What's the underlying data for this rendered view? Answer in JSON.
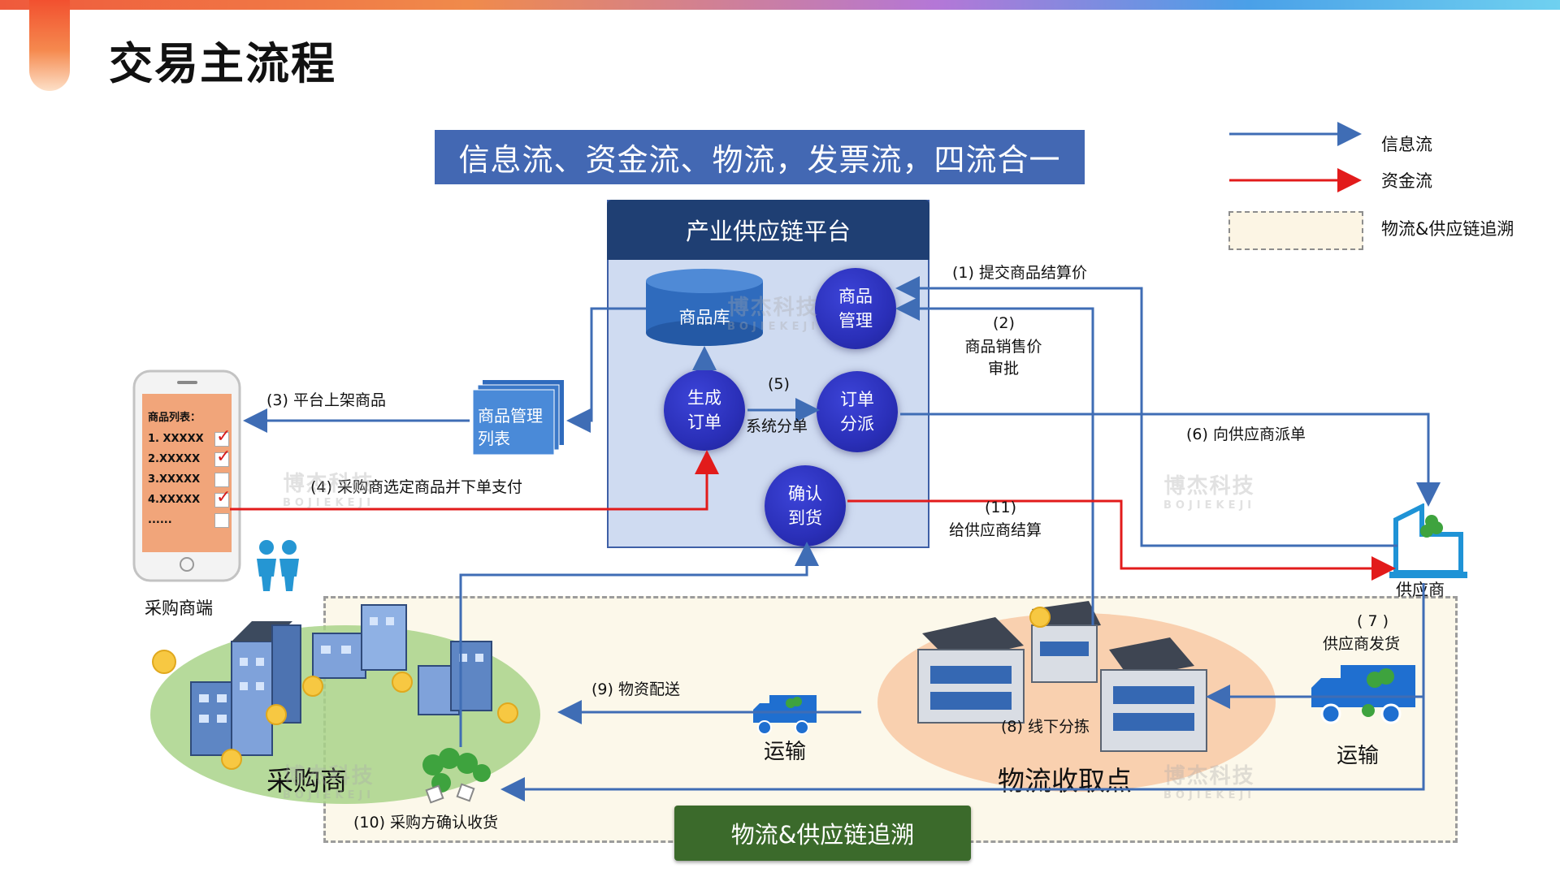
{
  "page": {
    "title": "交易主流程",
    "banner": "信息流、资金流、物流，发票流，四流合一"
  },
  "legend": {
    "info_flow": "信息流",
    "money_flow": "资金流",
    "logistics": "物流&供应链追溯",
    "colors": {
      "info": "#3f6db5",
      "money": "#e21b1b"
    }
  },
  "platform": {
    "title": "产业供应链平台",
    "nodes": {
      "warehouse": "商品库",
      "product_mgmt": "商品管理",
      "create_order": "生成订单",
      "dispatch": "订单分派",
      "confirm": "确认到货"
    },
    "split_label": "系统分单",
    "step5": "(5)"
  },
  "steps": {
    "s1": "(1) 提交商品结算价",
    "s2_num": "(2)",
    "s2_text": "商品销售价审批",
    "s3": "(3) 平台上架商品",
    "s4": "(4) 采购商选定商品并下单支付",
    "s6": "(6) 向供应商派单",
    "s7_num": "( 7 )",
    "s7_text": "供应商发货",
    "s8": "(8) 线下分拣",
    "s9": "(9) 物资配送",
    "s10": "(10) 采购方确认收货",
    "s11_num": "(11)",
    "s11_text": "给供应商结算"
  },
  "product_list_doc": "商品管理列表",
  "phone": {
    "heading": "商品列表：",
    "items": [
      "1. XXXXX",
      "2.XXXXX",
      "3.XXXXX",
      "4.XXXXX",
      "......"
    ],
    "checked": [
      true,
      true,
      false,
      true,
      false
    ],
    "caption": "采购商端"
  },
  "actors": {
    "supplier": "供应商",
    "transport1": "运输",
    "transport2": "运输",
    "buyer": "采购商",
    "logistics_point": "物流收取点"
  },
  "bottom_button": "物流&供应链追溯",
  "watermark": {
    "cn": "博杰科技",
    "en": "BOJIEKEJI"
  }
}
